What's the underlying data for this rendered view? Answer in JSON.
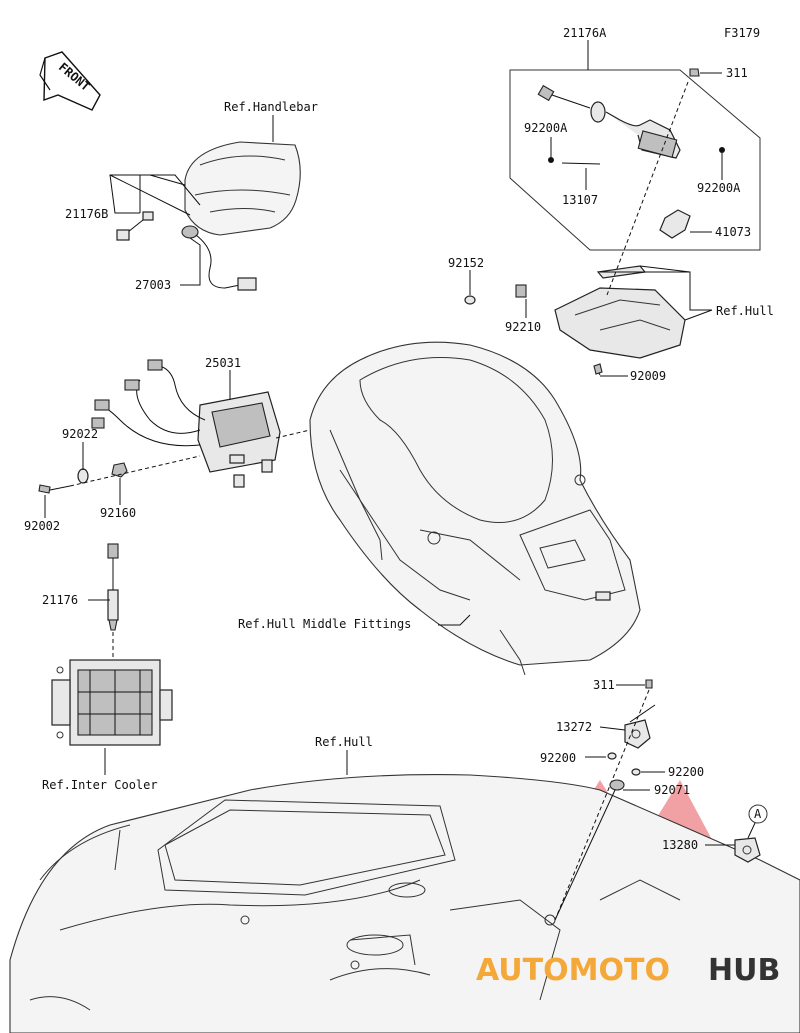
{
  "figure_id": "F3179",
  "front_label": "FRONT",
  "watermark": {
    "text_auto": "AUTOMOTO",
    "text_hub": "HUB",
    "colors": {
      "triangle": "#e5535a",
      "auto": "#f4a83a",
      "hub": "#333333"
    }
  },
  "labels": {
    "p21176A": "21176A",
    "p311_top": "311",
    "p92200A_left": "92200A",
    "p92200A_right": "92200A",
    "p13107": "13107",
    "p41073": "41073",
    "ref_handlebar": "Ref.Handlebar",
    "p21176B": "21176B",
    "p27003": "27003",
    "p92152": "92152",
    "p92210": "92210",
    "ref_hull_top": "Ref.Hull",
    "p92009": "92009",
    "p25031": "25031",
    "p92022": "92022",
    "p92160": "92160",
    "p92002": "92002",
    "p21176": "21176",
    "ref_hull_middle": "Ref.Hull Middle Fittings",
    "ref_inter_cooler": "Ref.Inter Cooler",
    "ref_hull_bottom": "Ref.Hull",
    "p311_bottom": "311",
    "p13272": "13272",
    "p92200_left": "92200",
    "p92200_right": "92200",
    "p92071": "92071",
    "circle_a": "A",
    "p13280": "13280"
  }
}
